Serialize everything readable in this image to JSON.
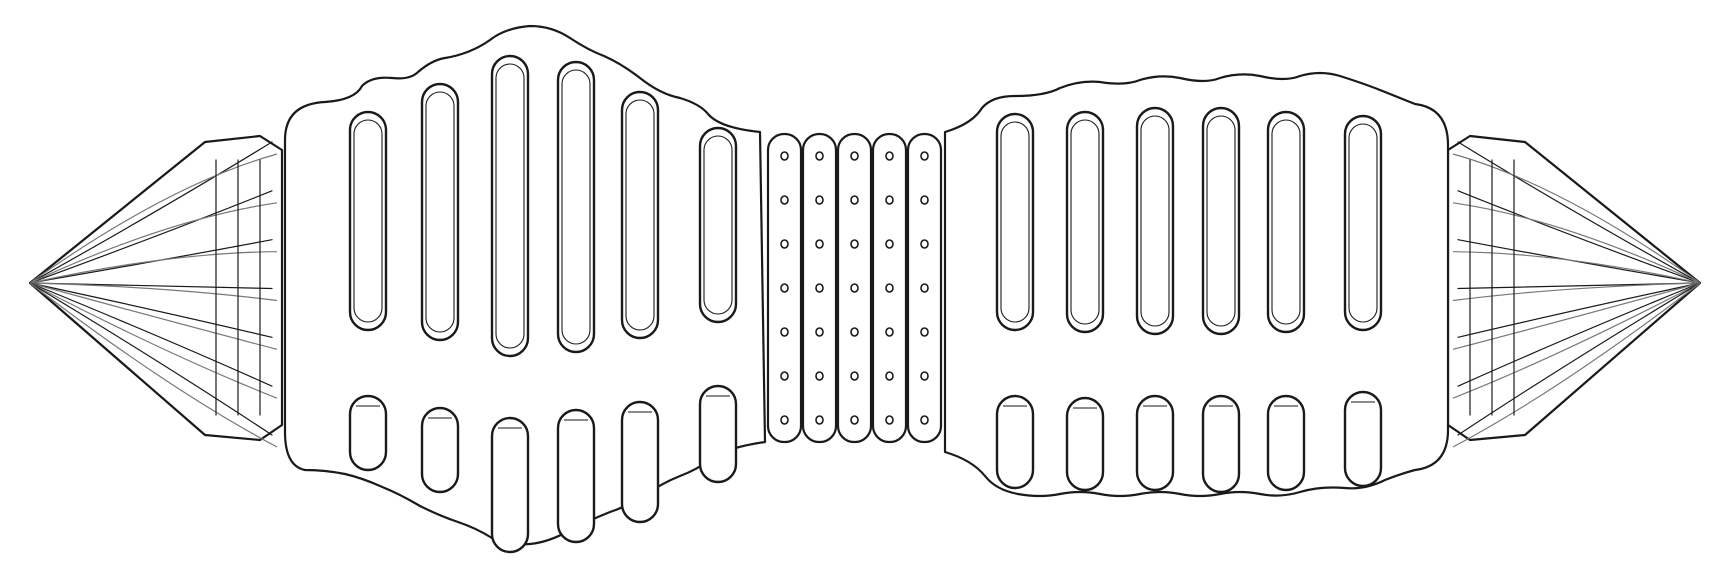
{
  "figure": {
    "kind": "patent-style line drawing",
    "colors": {
      "line": "#1a1a1a",
      "background": "#ffffff",
      "fine_line": "#777777"
    },
    "left_cap": {
      "ribs": 7
    },
    "left_body": {
      "slot_columns": 6
    },
    "center_band": {
      "rings": 5,
      "holes_per_ring": 7
    },
    "right_body": {
      "slot_columns": 6
    },
    "right_cap": {
      "ribs": 7
    }
  }
}
